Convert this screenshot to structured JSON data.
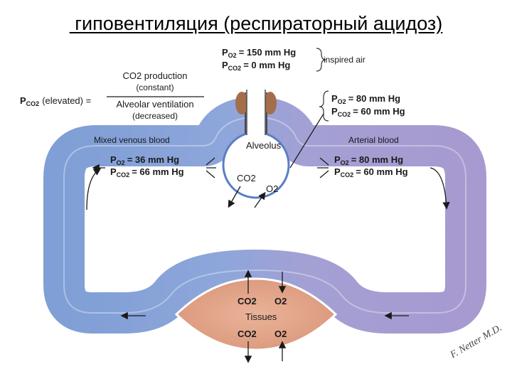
{
  "title": " гиповентиляция (респираторный ацидоз)",
  "colors": {
    "venous": "#7f9fd6",
    "venous_dark": "#5a7ec4",
    "arterial": "#a79ad0",
    "arterial_dark": "#8a7cbf",
    "tissue": "#e0a488",
    "airway": "#a46d4c",
    "ink": "#1a1a1a"
  },
  "inspired": {
    "po2": "P",
    "po2_sub": "O2",
    "po2_val": "= 150 mm Hg",
    "pco2": "P",
    "pco2_sub": "CO2",
    "pco2_val": "= 0 mm Hg",
    "label": "inspired air"
  },
  "equation": {
    "lhs": "P",
    "lhs_sub": "CO2",
    "lhs_rest": "(elevated) =",
    "num1": "CO2 production",
    "num2": "(constant)",
    "den1": "Alveolar ventilation",
    "den2": "(decreased)"
  },
  "alveolar": {
    "po2_val": "= 80 mm Hg",
    "pco2_val": "= 60 mm Hg"
  },
  "alveolus_label": "Alveolus",
  "alveolus_co2": "CO2",
  "alveolus_o2": "O2",
  "venous": {
    "label": "Mixed venous blood",
    "po2_val": "= 36 mm Hg",
    "pco2_val": "= 66 mm Hg"
  },
  "arterial": {
    "label": "Arterial blood",
    "po2_val": "= 80 mm Hg",
    "pco2_val": "= 60 mm Hg"
  },
  "tissues": {
    "label": "Tissues",
    "top_co2": "CO2",
    "top_o2": "O2",
    "bottom_co2": "CO2",
    "bottom_o2": "O2"
  },
  "signature": "F. Netter M.D."
}
